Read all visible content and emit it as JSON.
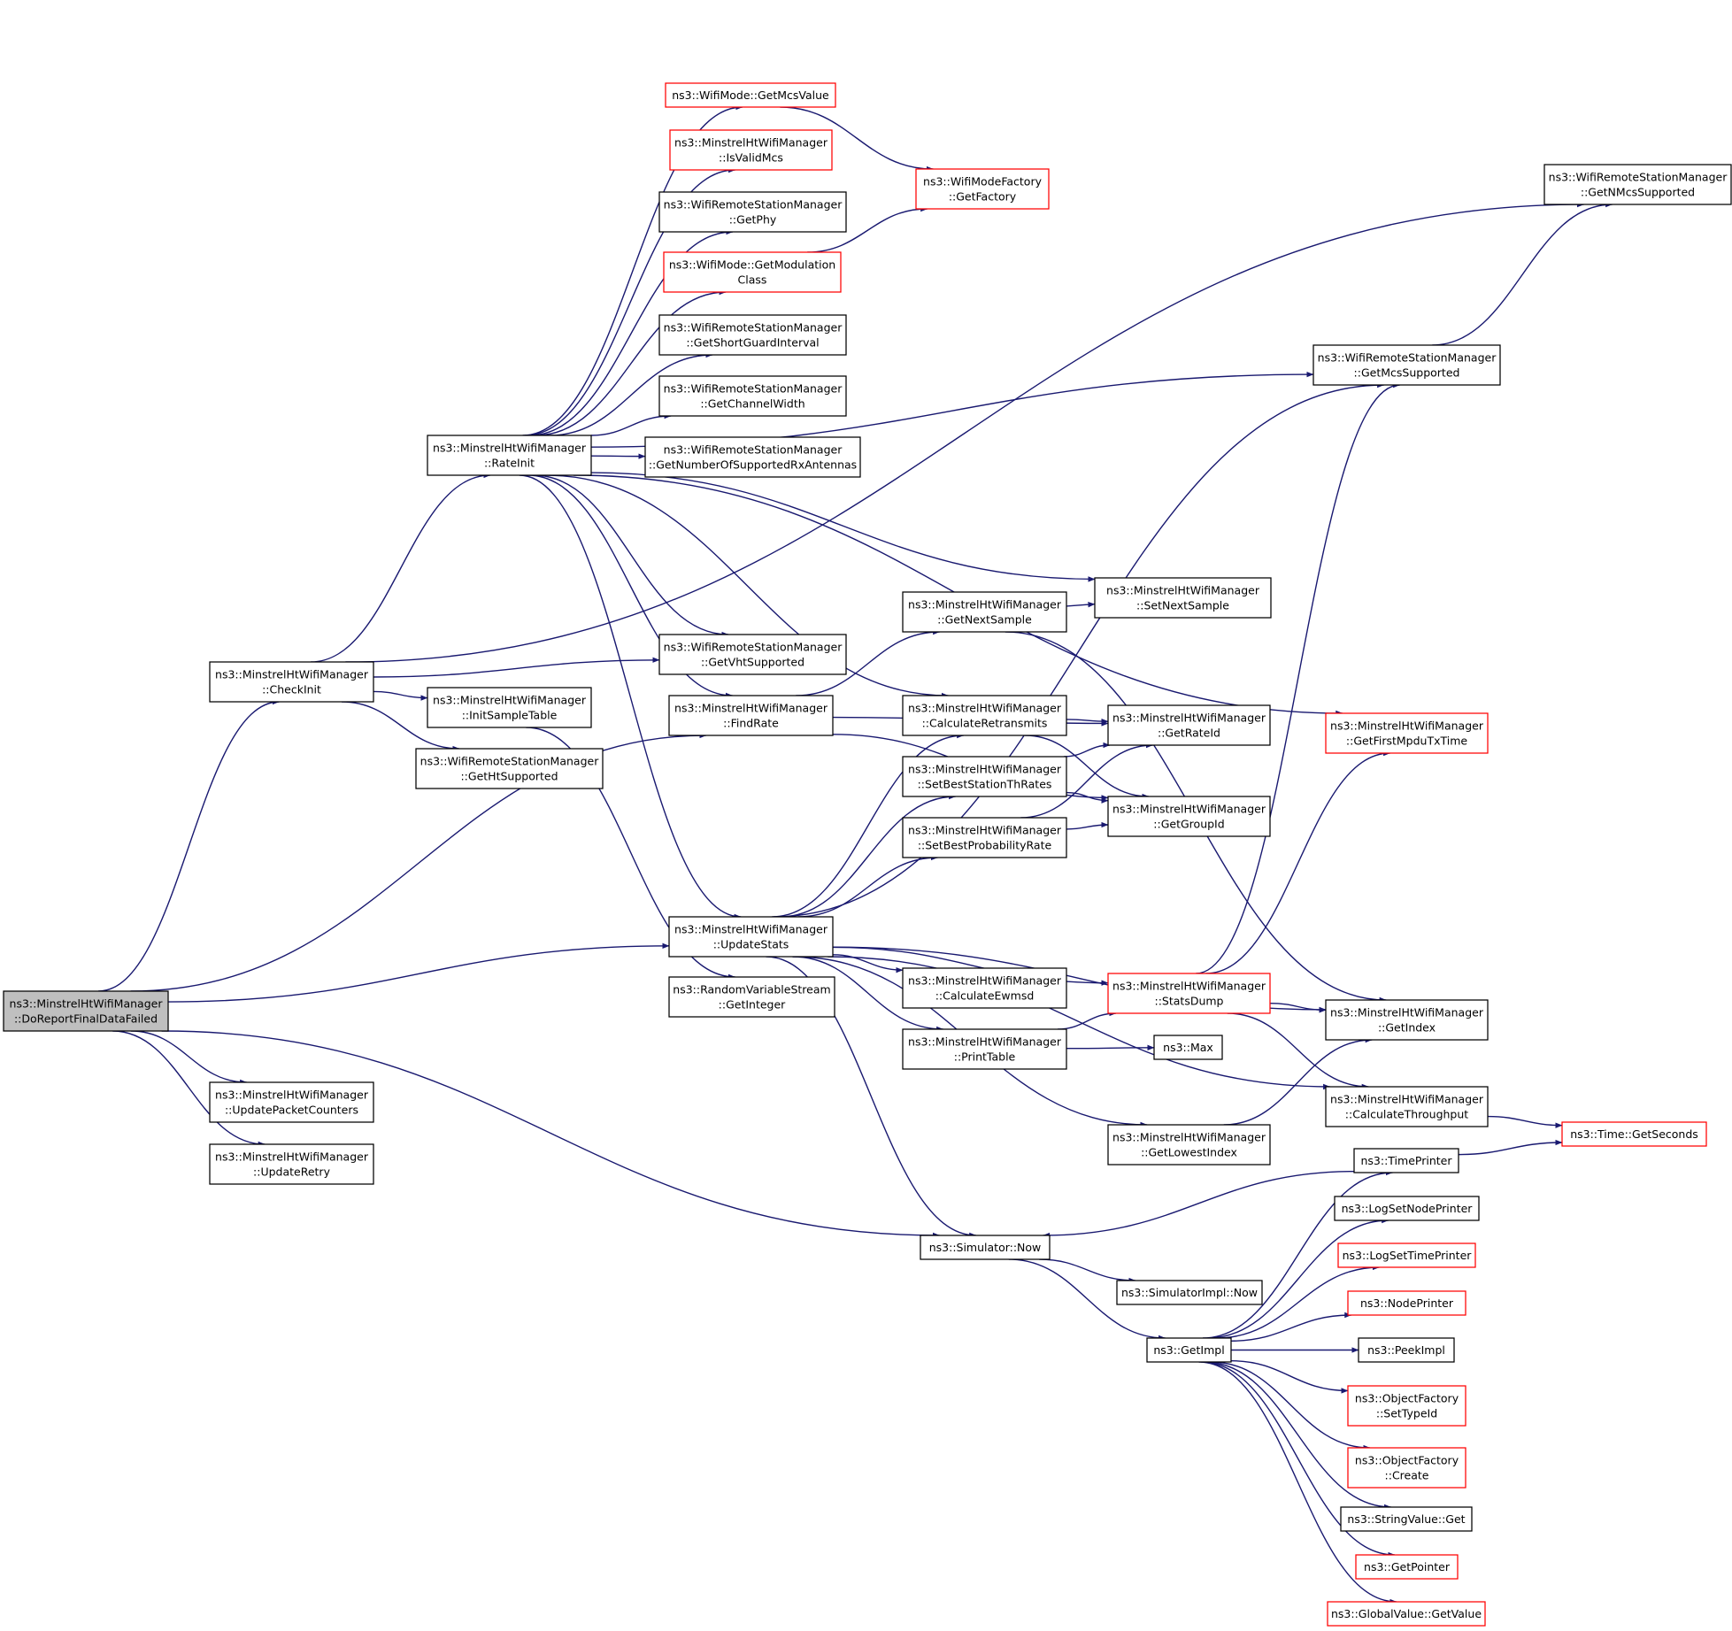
{
  "colors": {
    "edge": "#191970",
    "border_normal": "#000000",
    "border_truncated": "#ff0000",
    "fill_default": "#ffffff",
    "fill_root": "#bfbfbf"
  },
  "nodes": [
    {
      "id": "root",
      "lines": [
        "ns3::MinstrelHtWifiManager",
        "::DoReportFinalDataFailed"
      ],
      "style": "root"
    },
    {
      "id": "checkinit",
      "lines": [
        "ns3::MinstrelHtWifiManager",
        "::CheckInit"
      ],
      "style": "normal"
    },
    {
      "id": "updpkt",
      "lines": [
        "ns3::MinstrelHtWifiManager",
        "::UpdatePacketCounters"
      ],
      "style": "normal"
    },
    {
      "id": "updretry",
      "lines": [
        "ns3::MinstrelHtWifiManager",
        "::UpdateRetry"
      ],
      "style": "normal"
    },
    {
      "id": "rateinit",
      "lines": [
        "ns3::MinstrelHtWifiManager",
        "::RateInit"
      ],
      "style": "normal"
    },
    {
      "id": "initsample",
      "lines": [
        "ns3::MinstrelHtWifiManager",
        "::InitSampleTable"
      ],
      "style": "normal"
    },
    {
      "id": "getht",
      "lines": [
        "ns3::WifiRemoteStationManager",
        "::GetHtSupported"
      ],
      "style": "normal"
    },
    {
      "id": "getmcsvalue",
      "lines": [
        "ns3::WifiMode::GetMcsValue"
      ],
      "style": "truncated"
    },
    {
      "id": "isvalidmcs",
      "lines": [
        "ns3::MinstrelHtWifiManager",
        "::IsValidMcs"
      ],
      "style": "truncated"
    },
    {
      "id": "getphy",
      "lines": [
        "ns3::WifiRemoteStationManager",
        "::GetPhy"
      ],
      "style": "normal"
    },
    {
      "id": "getmodclass",
      "lines": [
        "ns3::WifiMode::GetModulation",
        "Class"
      ],
      "style": "truncated"
    },
    {
      "id": "getsgi",
      "lines": [
        "ns3::WifiRemoteStationManager",
        "::GetShortGuardInterval"
      ],
      "style": "normal"
    },
    {
      "id": "getchw",
      "lines": [
        "ns3::WifiRemoteStationManager",
        "::GetChannelWidth"
      ],
      "style": "normal"
    },
    {
      "id": "getnrx",
      "lines": [
        "ns3::WifiRemoteStationManager",
        "::GetNumberOfSupportedRxAntennas"
      ],
      "style": "normal"
    },
    {
      "id": "getvht",
      "lines": [
        "ns3::WifiRemoteStationManager",
        "::GetVhtSupported"
      ],
      "style": "normal"
    },
    {
      "id": "findrate",
      "lines": [
        "ns3::MinstrelHtWifiManager",
        "::FindRate"
      ],
      "style": "normal"
    },
    {
      "id": "updstats",
      "lines": [
        "ns3::MinstrelHtWifiManager",
        "::UpdateStats"
      ],
      "style": "normal"
    },
    {
      "id": "getinteger",
      "lines": [
        "ns3::RandomVariableStream",
        "::GetInteger"
      ],
      "style": "normal"
    },
    {
      "id": "getfactory",
      "lines": [
        "ns3::WifiModeFactory",
        "::GetFactory"
      ],
      "style": "truncated"
    },
    {
      "id": "getnextsample",
      "lines": [
        "ns3::MinstrelHtWifiManager",
        "::GetNextSample"
      ],
      "style": "normal"
    },
    {
      "id": "calcretr",
      "lines": [
        "ns3::MinstrelHtWifiManager",
        "::CalculateRetransmits"
      ],
      "style": "normal"
    },
    {
      "id": "setbestth",
      "lines": [
        "ns3::MinstrelHtWifiManager",
        "::SetBestStationThRates"
      ],
      "style": "normal"
    },
    {
      "id": "setbestprob",
      "lines": [
        "ns3::MinstrelHtWifiManager",
        "::SetBestProbabilityRate"
      ],
      "style": "normal"
    },
    {
      "id": "calcewmsd",
      "lines": [
        "ns3::MinstrelHtWifiManager",
        "::CalculateEwmsd"
      ],
      "style": "normal"
    },
    {
      "id": "printtable",
      "lines": [
        "ns3::MinstrelHtWifiManager",
        "::PrintTable"
      ],
      "style": "normal"
    },
    {
      "id": "simnow",
      "lines": [
        "ns3::Simulator::Now"
      ],
      "style": "normal"
    },
    {
      "id": "setnextsample",
      "lines": [
        "ns3::MinstrelHtWifiManager",
        "::SetNextSample"
      ],
      "style": "normal"
    },
    {
      "id": "getrateid",
      "lines": [
        "ns3::MinstrelHtWifiManager",
        "::GetRateId"
      ],
      "style": "normal"
    },
    {
      "id": "getgroupid",
      "lines": [
        "ns3::MinstrelHtWifiManager",
        "::GetGroupId"
      ],
      "style": "normal"
    },
    {
      "id": "statsdump",
      "lines": [
        "ns3::MinstrelHtWifiManager",
        "::StatsDump"
      ],
      "style": "truncated"
    },
    {
      "id": "max",
      "lines": [
        "ns3::Max"
      ],
      "style": "normal"
    },
    {
      "id": "getlowest",
      "lines": [
        "ns3::MinstrelHtWifiManager",
        "::GetLowestIndex"
      ],
      "style": "normal"
    },
    {
      "id": "simimplnow",
      "lines": [
        "ns3::SimulatorImpl::Now"
      ],
      "style": "normal"
    },
    {
      "id": "getimpl",
      "lines": [
        "ns3::GetImpl"
      ],
      "style": "normal"
    },
    {
      "id": "getmcssup",
      "lines": [
        "ns3::WifiRemoteStationManager",
        "::GetMcsSupported"
      ],
      "style": "normal"
    },
    {
      "id": "getfirstmpdu",
      "lines": [
        "ns3::MinstrelHtWifiManager",
        "::GetFirstMpduTxTime"
      ],
      "style": "truncated"
    },
    {
      "id": "getindex",
      "lines": [
        "ns3::MinstrelHtWifiManager",
        "::GetIndex"
      ],
      "style": "normal"
    },
    {
      "id": "calcthr",
      "lines": [
        "ns3::MinstrelHtWifiManager",
        "::CalculateThroughput"
      ],
      "style": "normal"
    },
    {
      "id": "timeprinter",
      "lines": [
        "ns3::TimePrinter"
      ],
      "style": "normal"
    },
    {
      "id": "logsetnode",
      "lines": [
        "ns3::LogSetNodePrinter"
      ],
      "style": "normal"
    },
    {
      "id": "logsettime",
      "lines": [
        "ns3::LogSetTimePrinter"
      ],
      "style": "truncated"
    },
    {
      "id": "nodeprinter",
      "lines": [
        "ns3::NodePrinter"
      ],
      "style": "truncated"
    },
    {
      "id": "peekimpl",
      "lines": [
        "ns3::PeekImpl"
      ],
      "style": "normal"
    },
    {
      "id": "ofsettypeid",
      "lines": [
        "ns3::ObjectFactory",
        "::SetTypeId"
      ],
      "style": "truncated"
    },
    {
      "id": "ofcreate",
      "lines": [
        "ns3::ObjectFactory",
        "::Create"
      ],
      "style": "truncated"
    },
    {
      "id": "strvalget",
      "lines": [
        "ns3::StringValue::Get"
      ],
      "style": "normal"
    },
    {
      "id": "getpointer",
      "lines": [
        "ns3::GetPointer"
      ],
      "style": "truncated"
    },
    {
      "id": "gvgetvalue",
      "lines": [
        "ns3::GlobalValue::GetValue"
      ],
      "style": "truncated"
    },
    {
      "id": "getnmcs",
      "lines": [
        "ns3::WifiRemoteStationManager",
        "::GetNMcsSupported"
      ],
      "style": "normal"
    },
    {
      "id": "timegetsec",
      "lines": [
        "ns3::Time::GetSeconds"
      ],
      "style": "truncated"
    }
  ],
  "edges": [
    [
      "root",
      "checkinit"
    ],
    [
      "root",
      "findrate"
    ],
    [
      "root",
      "updstats"
    ],
    [
      "root",
      "updpkt"
    ],
    [
      "root",
      "updretry"
    ],
    [
      "root",
      "simnow"
    ],
    [
      "checkinit",
      "rateinit"
    ],
    [
      "checkinit",
      "getvht"
    ],
    [
      "checkinit",
      "initsample"
    ],
    [
      "checkinit",
      "getht"
    ],
    [
      "checkinit",
      "getnmcs"
    ],
    [
      "rateinit",
      "getmcsvalue"
    ],
    [
      "rateinit",
      "isvalidmcs"
    ],
    [
      "rateinit",
      "getphy"
    ],
    [
      "rateinit",
      "getmodclass"
    ],
    [
      "rateinit",
      "getsgi"
    ],
    [
      "rateinit",
      "getchw"
    ],
    [
      "rateinit",
      "getnrx"
    ],
    [
      "rateinit",
      "getvht"
    ],
    [
      "rateinit",
      "findrate"
    ],
    [
      "rateinit",
      "updstats"
    ],
    [
      "rateinit",
      "setnextsample"
    ],
    [
      "rateinit",
      "calcretr"
    ],
    [
      "rateinit",
      "getmcssup"
    ],
    [
      "rateinit",
      "getfirstmpdu"
    ],
    [
      "getmcsvalue",
      "getfactory"
    ],
    [
      "getmodclass",
      "getfactory"
    ],
    [
      "initsample",
      "getinteger"
    ],
    [
      "findrate",
      "getnextsample"
    ],
    [
      "findrate",
      "getrateid"
    ],
    [
      "findrate",
      "getgroupid"
    ],
    [
      "getnextsample",
      "setnextsample"
    ],
    [
      "getnextsample",
      "getindex"
    ],
    [
      "calcretr",
      "getrateid"
    ],
    [
      "calcretr",
      "getgroupid"
    ],
    [
      "setbestth",
      "getrateid"
    ],
    [
      "setbestth",
      "getgroupid"
    ],
    [
      "setbestprob",
      "getrateid"
    ],
    [
      "setbestprob",
      "getgroupid"
    ],
    [
      "updstats",
      "calcretr"
    ],
    [
      "updstats",
      "setbestth"
    ],
    [
      "updstats",
      "setbestprob"
    ],
    [
      "updstats",
      "calcewmsd"
    ],
    [
      "updstats",
      "printtable"
    ],
    [
      "updstats",
      "statsdump"
    ],
    [
      "updstats",
      "getindex"
    ],
    [
      "updstats",
      "getlowest"
    ],
    [
      "updstats",
      "calcthr"
    ],
    [
      "updstats",
      "simnow"
    ],
    [
      "updstats",
      "getmcssup"
    ],
    [
      "printtable",
      "statsdump"
    ],
    [
      "printtable",
      "max"
    ],
    [
      "statsdump",
      "getmcssup"
    ],
    [
      "statsdump",
      "getfirstmpdu"
    ],
    [
      "statsdump",
      "getindex"
    ],
    [
      "statsdump",
      "calcthr"
    ],
    [
      "getlowest",
      "getindex"
    ],
    [
      "calcthr",
      "timegetsec"
    ],
    [
      "timeprinter",
      "timegetsec"
    ],
    [
      "timeprinter",
      "simnow"
    ],
    [
      "simnow",
      "simimplnow"
    ],
    [
      "simnow",
      "getimpl"
    ],
    [
      "getimpl",
      "timeprinter"
    ],
    [
      "getimpl",
      "logsetnode"
    ],
    [
      "getimpl",
      "logsettime"
    ],
    [
      "getimpl",
      "nodeprinter"
    ],
    [
      "getimpl",
      "peekimpl"
    ],
    [
      "getimpl",
      "ofsettypeid"
    ],
    [
      "getimpl",
      "ofcreate"
    ],
    [
      "getimpl",
      "strvalget"
    ],
    [
      "getimpl",
      "getpointer"
    ],
    [
      "getimpl",
      "gvgetvalue"
    ],
    [
      "getmcssup",
      "getnmcs"
    ]
  ]
}
